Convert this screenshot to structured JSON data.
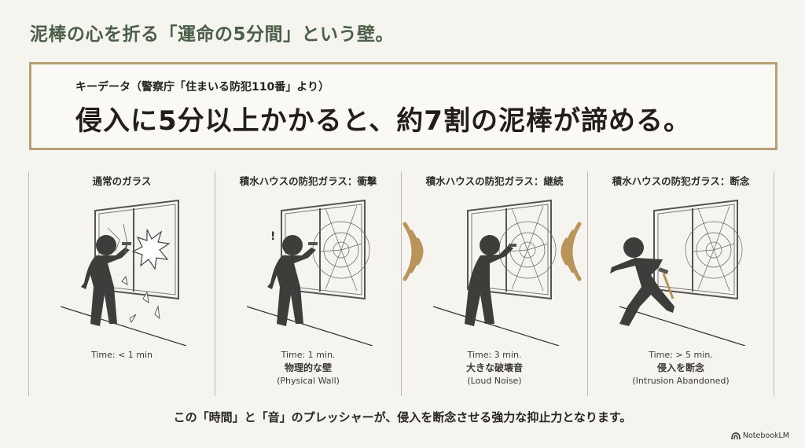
{
  "slide": {
    "title": "泥棒の心を折る「運命の5分間」という壁。",
    "key_box": {
      "subtitle": "キーデータ（警察庁「住まいる防犯110番」より）",
      "headline": "侵入に5分以上かかると、約7割の泥棒が諦める。"
    },
    "panels": [
      {
        "title": "通常のガラス",
        "time": "Time: < 1 min",
        "label_jp": "",
        "label_en": "",
        "illustration": "burglar-shattering-glass"
      },
      {
        "title": "積水ハウスの防犯ガラス：衝撃",
        "time": "Time: 1 min.",
        "label_jp": "物理的な壁",
        "label_en": "(Physical Wall)",
        "illustration": "burglar-surprised-cracked-glass"
      },
      {
        "title": "積水ハウスの防犯ガラス：継続",
        "time": "Time: 3 min.",
        "label_jp": "大きな破壊音",
        "label_en": "(Loud Noise)",
        "illustration": "burglar-hammering-with-sound-waves"
      },
      {
        "title": "積水ハウスの防犯ガラス：断念",
        "time": "Time: > 5 min.",
        "label_jp": "侵入を断念",
        "label_en": "(Intrusion Abandoned)",
        "illustration": "burglar-running-away"
      }
    ],
    "footer_message": "この「時間」と「音」のプレッシャーが、侵入を断念させる強力な抑止力となります。",
    "brand": "NotebookLM",
    "colors": {
      "title": "#4a5e48",
      "box_border": "#b89f78",
      "sound_wave": "#b8935a",
      "figure": "#3d3d3b"
    }
  }
}
